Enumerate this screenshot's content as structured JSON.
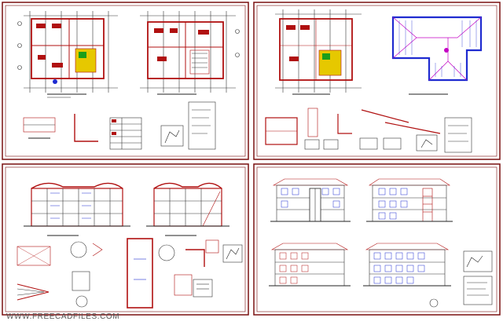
{
  "sheets": [
    {
      "id": "sheet-floor-plans",
      "content": "floor-plans-and-schedules"
    },
    {
      "id": "sheet-roof-plan",
      "content": "floor-plan-roof-plan-details"
    },
    {
      "id": "sheet-sections",
      "content": "building-sections-and-details"
    },
    {
      "id": "sheet-elevations",
      "content": "building-elevations"
    }
  ],
  "colors": {
    "sheet_border": "#7a1010",
    "line": "#333333",
    "wall": "#b01010",
    "accent_blue": "#1f2bd0",
    "accent_green": "#1a9e1a",
    "accent_yellow": "#e6c800",
    "accent_magenta": "#c400c4",
    "text_block": "#222222"
  },
  "watermark": "WWW.FREECADFILES.COM"
}
